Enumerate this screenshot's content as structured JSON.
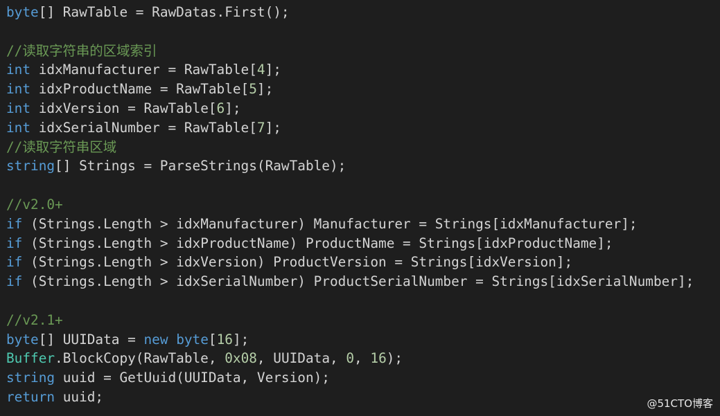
{
  "colors": {
    "background": "#1e1e1e",
    "keyword": "#569cd6",
    "comment": "#6a9955",
    "number": "#b5cea8",
    "type": "#4ec9b0",
    "plain": "#d4d4d4"
  },
  "lines": [
    [
      {
        "t": "byte",
        "c": "kw"
      },
      {
        "t": "[] RawTable = RawDatas.First();",
        "c": "pl"
      }
    ],
    [],
    [
      {
        "t": "//读取字符串的区域索引",
        "c": "cm"
      }
    ],
    [
      {
        "t": "int",
        "c": "kw"
      },
      {
        "t": " idxManufacturer = RawTable[",
        "c": "pl"
      },
      {
        "t": "4",
        "c": "num"
      },
      {
        "t": "];",
        "c": "pl"
      }
    ],
    [
      {
        "t": "int",
        "c": "kw"
      },
      {
        "t": " idxProductName = RawTable[",
        "c": "pl"
      },
      {
        "t": "5",
        "c": "num"
      },
      {
        "t": "];",
        "c": "pl"
      }
    ],
    [
      {
        "t": "int",
        "c": "kw"
      },
      {
        "t": " idxVersion = RawTable[",
        "c": "pl"
      },
      {
        "t": "6",
        "c": "num"
      },
      {
        "t": "];",
        "c": "pl"
      }
    ],
    [
      {
        "t": "int",
        "c": "kw"
      },
      {
        "t": " idxSerialNumber = RawTable[",
        "c": "pl"
      },
      {
        "t": "7",
        "c": "num"
      },
      {
        "t": "];",
        "c": "pl"
      }
    ],
    [
      {
        "t": "//读取字符串区域",
        "c": "cm"
      }
    ],
    [
      {
        "t": "string",
        "c": "kw"
      },
      {
        "t": "[] Strings = ParseStrings(RawTable);",
        "c": "pl"
      }
    ],
    [],
    [
      {
        "t": "//v2.0+",
        "c": "cm"
      }
    ],
    [
      {
        "t": "if",
        "c": "kw"
      },
      {
        "t": " (Strings.Length > idxManufacturer) Manufacturer = Strings[idxManufacturer];",
        "c": "pl"
      }
    ],
    [
      {
        "t": "if",
        "c": "kw"
      },
      {
        "t": " (Strings.Length > idxProductName) ProductName = Strings[idxProductName];",
        "c": "pl"
      }
    ],
    [
      {
        "t": "if",
        "c": "kw"
      },
      {
        "t": " (Strings.Length > idxVersion) ProductVersion = Strings[idxVersion];",
        "c": "pl"
      }
    ],
    [
      {
        "t": "if",
        "c": "kw"
      },
      {
        "t": " (Strings.Length > idxSerialNumber) ProductSerialNumber = Strings[idxSerialNumber];",
        "c": "pl"
      }
    ],
    [],
    [
      {
        "t": "//v2.1+",
        "c": "cm"
      }
    ],
    [
      {
        "t": "byte",
        "c": "kw"
      },
      {
        "t": "[] UUIData = ",
        "c": "pl"
      },
      {
        "t": "new",
        "c": "kw"
      },
      {
        "t": " ",
        "c": "pl"
      },
      {
        "t": "byte",
        "c": "kw"
      },
      {
        "t": "[",
        "c": "pl"
      },
      {
        "t": "16",
        "c": "num"
      },
      {
        "t": "];",
        "c": "pl"
      }
    ],
    [
      {
        "t": "Buffer",
        "c": "tp"
      },
      {
        "t": ".BlockCopy(RawTable, ",
        "c": "pl"
      },
      {
        "t": "0x08",
        "c": "num"
      },
      {
        "t": ", UUIData, ",
        "c": "pl"
      },
      {
        "t": "0",
        "c": "num"
      },
      {
        "t": ", ",
        "c": "pl"
      },
      {
        "t": "16",
        "c": "num"
      },
      {
        "t": ");",
        "c": "pl"
      }
    ],
    [
      {
        "t": "string",
        "c": "kw"
      },
      {
        "t": " uuid = GetUuid(UUIData, Version);",
        "c": "pl"
      }
    ],
    [
      {
        "t": "return",
        "c": "kw"
      },
      {
        "t": " uuid;",
        "c": "pl"
      }
    ]
  ],
  "watermark": "@51CTO博客"
}
